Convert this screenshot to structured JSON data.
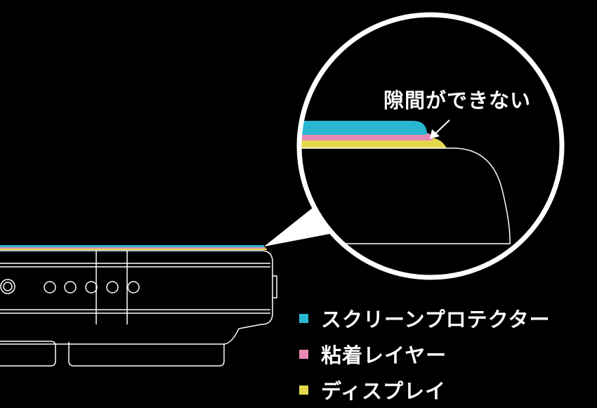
{
  "callout": {
    "text": "隙間ができない"
  },
  "legend": [
    {
      "label": "スクリーンプロテクター",
      "color": "#29b6d1"
    },
    {
      "label": "粘着レイヤー",
      "color": "#e889b4"
    },
    {
      "label": "ディスプレイ",
      "color": "#e4d94c"
    }
  ],
  "colors": {
    "background": "#000000",
    "stroke": "#ffffff"
  }
}
